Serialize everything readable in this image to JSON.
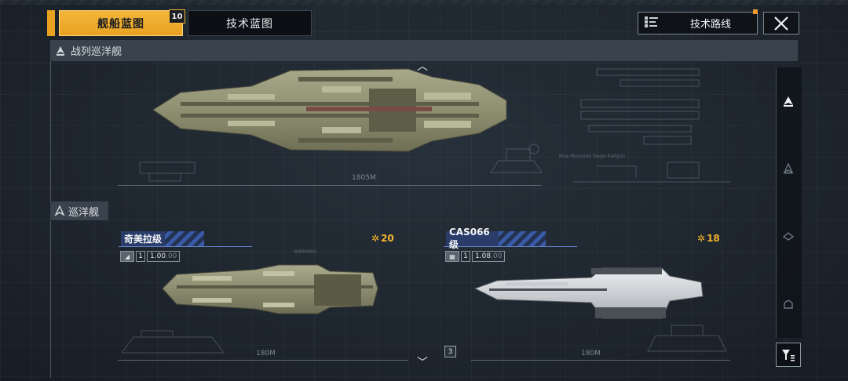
{
  "tabs": [
    {
      "label": "舰船蓝图",
      "badge": "10",
      "active": true
    },
    {
      "label": "技术蓝图",
      "active": false
    }
  ],
  "tech_route": {
    "label": "技术路线",
    "icon": "tree-list-icon"
  },
  "close": {
    "icon": "close-icon"
  },
  "sections": {
    "battlecruiser": {
      "label": "战列巡洋舰",
      "icon": "battlecruiser-class-icon"
    },
    "cruiser": {
      "label": "巡洋舰",
      "icon": "cruiser-class-icon"
    }
  },
  "featured_ship": {
    "length_label": "1805M"
  },
  "ships": [
    {
      "name": "奇美拉级",
      "cost": "20",
      "level": "1",
      "value": "1.00",
      "value_faded": ".00"
    },
    {
      "name": "CAS066级",
      "cost": "18",
      "level": "1",
      "value": "1.08",
      "value_faded": ".00"
    }
  ],
  "blueprint_text": {
    "row_mounted": "Row-Mounted Siege Railgun",
    "warning": "WARNING"
  },
  "ship_length_label_2": "180M",
  "ship_length_label_3": "180M",
  "rail_icons": [
    "battlecruiser-icon",
    "destroyer-icon",
    "frigate-icon",
    "carrier-icon"
  ],
  "filter": {
    "icon": "filter-icon"
  },
  "badge_small": "3",
  "accent_color": "#e8a220",
  "cost_color": "#f5b52e"
}
